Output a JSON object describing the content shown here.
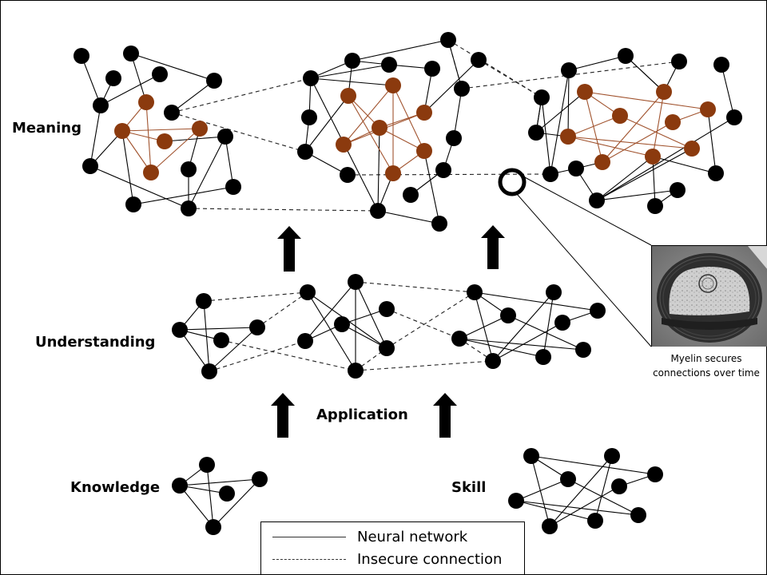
{
  "diagram": {
    "stages": {
      "meaning": "Meaning",
      "understanding": "Understanding",
      "application": "Application",
      "knowledge": "Knowledge",
      "skill": "Skill"
    },
    "legend": {
      "items": [
        {
          "label": "Neural network",
          "style": "solid"
        },
        {
          "label": "Insecure connection",
          "style": "dashed"
        }
      ]
    },
    "inset": {
      "icon": "myelin-micrograph-image",
      "caption_line1": "Myelin secures",
      "caption_line2": "connections over time"
    },
    "colors": {
      "node": "#000000",
      "meaning_node": "#8B3A0E",
      "meaning_edge": "#A0522D",
      "edge": "#000000"
    },
    "arrows": [
      {
        "from": "understanding",
        "to": "meaning",
        "count": 2
      },
      {
        "from": "knowledge/skill",
        "to": "understanding",
        "count": 2
      }
    ]
  }
}
